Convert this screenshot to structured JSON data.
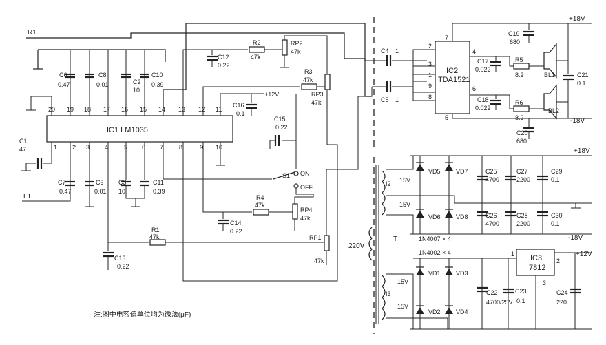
{
  "ic1": {
    "label": "IC1 LM1035",
    "pins": [
      "20",
      "19",
      "18",
      "17",
      "16",
      "15",
      "14",
      "13",
      "12",
      "11",
      "1",
      "2",
      "3",
      "4",
      "5",
      "6",
      "7",
      "8",
      "9",
      "10"
    ]
  },
  "ic2": {
    "label": "IC2",
    "part": "TDA1521",
    "pins": [
      "7",
      "2",
      "3",
      "1",
      "9",
      "8",
      "4",
      "6",
      "5"
    ]
  },
  "ic3": {
    "label": "IC3",
    "part": "7812",
    "pins": [
      "1",
      "2",
      "3"
    ]
  },
  "inputs": {
    "r": "R1",
    "l": "L1"
  },
  "rails": {
    "p18": "+18V",
    "n18": "-18V",
    "p12": "+12V"
  },
  "caps": {
    "c6": [
      "C6",
      "0.47"
    ],
    "c8": [
      "C8",
      "0.01"
    ],
    "c2": [
      "C2",
      "10"
    ],
    "c10": [
      "C10",
      "0.39"
    ],
    "c1": [
      "C1",
      "47"
    ],
    "c7": [
      "C7",
      "0.47"
    ],
    "c9": [
      "C9",
      "0.01"
    ],
    "c3": [
      "C3",
      "10"
    ],
    "c11": [
      "C11",
      "0.39"
    ],
    "c12": [
      "C12",
      "0.22"
    ],
    "c16": [
      "C16",
      "0.1"
    ],
    "c15": [
      "C15",
      "0.22"
    ],
    "c14": [
      "C14",
      "0.22"
    ],
    "c13": [
      "C13",
      "0.22"
    ],
    "c4": [
      "C4",
      "1"
    ],
    "c5": [
      "C5",
      "1"
    ],
    "c19": [
      "C19",
      "680"
    ],
    "c17": [
      "C17",
      "0.022"
    ],
    "c18": [
      "C18",
      "0.022"
    ],
    "c21": [
      "C21",
      "0.1"
    ],
    "c20": [
      "C20",
      "680"
    ],
    "c25": [
      "C25",
      "4700"
    ],
    "c27": [
      "C27",
      "2200"
    ],
    "c29": [
      "C29",
      "0.1"
    ],
    "c26": [
      "C26",
      "4700"
    ],
    "c28": [
      "C28",
      "2200"
    ],
    "c30": [
      "C30",
      "0.1"
    ],
    "c22": [
      "C22",
      "4700/25V"
    ],
    "c23": [
      "C23",
      "0.1"
    ],
    "c24": [
      "C24",
      "220"
    ]
  },
  "res": {
    "r2": [
      "R2",
      "47k"
    ],
    "rp2": [
      "RP2",
      "47k"
    ],
    "r3": [
      "R3",
      "47k"
    ],
    "rp3": [
      "RP3",
      "47k"
    ],
    "r4": [
      "R4",
      "47k"
    ],
    "rp4": [
      "RP4",
      "47k"
    ],
    "r1": [
      "R1",
      "47k"
    ],
    "rp1": [
      "RP1",
      "47k"
    ],
    "r5": [
      "R5",
      "8.2"
    ],
    "r6": [
      "R6",
      "8.2"
    ]
  },
  "switch": {
    "s1": "S1",
    "on": "ON",
    "off": "OFF"
  },
  "speakers": {
    "bl1": "BL1",
    "bl2": "BL2"
  },
  "transformer": {
    "t": "T",
    "v220": "220V",
    "i2": "I2",
    "i3": "I3",
    "v15": "15V"
  },
  "diodes": {
    "vd5": "VD5",
    "vd7": "VD7",
    "vd6": "VD6",
    "vd8": "VD8",
    "vd1": "VD1",
    "vd3": "VD3",
    "vd2": "VD2",
    "vd4": "VD4",
    "bridge1": "1N4007 × 4",
    "bridge2": "1N4002 × 4"
  },
  "note": "注:图中电容值单位均为微法(μF)"
}
